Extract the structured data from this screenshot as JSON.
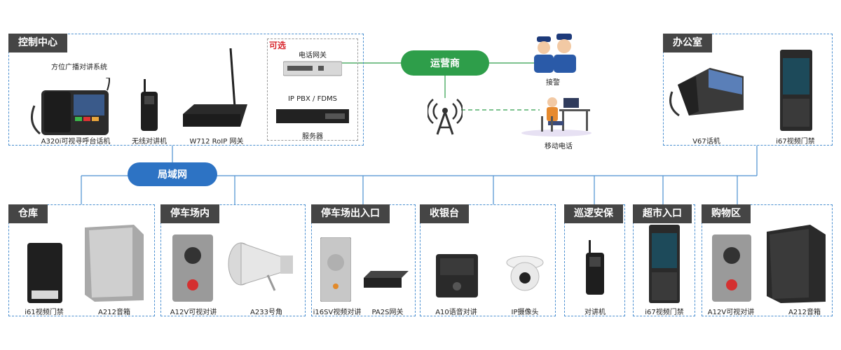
{
  "colors": {
    "box_border": "#4a8fd0",
    "tag_bg": "#454545",
    "lan": "#2d73c4",
    "carrier": "#2e9e4a",
    "optional": "#d8262d"
  },
  "control": {
    "title": "控制中心",
    "optional_label": "可选",
    "labels": {
      "broadcast": "方位广播对讲系统",
      "a320": "A320i可视寻呼台话机",
      "radio": "无线对讲机",
      "w712": "W712 RoIP 网关",
      "gateway": "电话网关",
      "pbx": "IP PBX / FDMS",
      "server": "服务器"
    }
  },
  "carrier": {
    "label": "运营商",
    "police": "接警",
    "mobile": "移动电话"
  },
  "office": {
    "title": "办公室",
    "v67": "V67话机",
    "i67": "i67视频门禁"
  },
  "lan": {
    "label": "局域网"
  },
  "zones": [
    {
      "title": "仓库",
      "items": [
        "i61视频门禁",
        "A212音箱"
      ]
    },
    {
      "title": "停车场内",
      "items": [
        "A12V可视对讲",
        "A233号角"
      ]
    },
    {
      "title": "停车场出入口",
      "items": [
        "i16SV视频对讲",
        "PA2S网关"
      ]
    },
    {
      "title": "收银台",
      "items": [
        "A10语音对讲",
        "IP摄像头"
      ]
    },
    {
      "title": "巡逻安保",
      "items": [
        "对讲机"
      ]
    },
    {
      "title": "超市入口",
      "items": [
        "i67视频门禁"
      ]
    },
    {
      "title": "购物区",
      "items": [
        "A12V可视对讲",
        "A212音箱"
      ]
    }
  ]
}
